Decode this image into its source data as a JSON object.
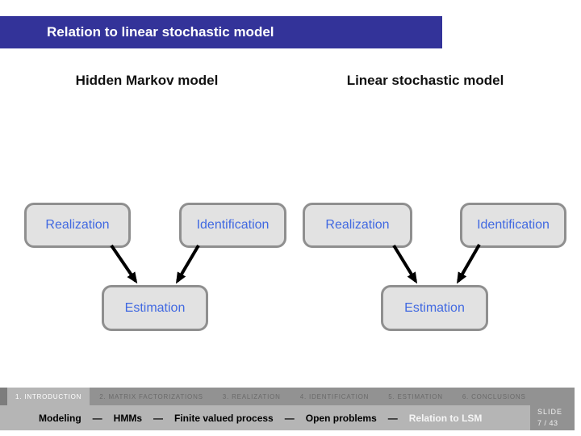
{
  "title_bar": {
    "title": "Relation to linear stochastic model"
  },
  "column_headers": {
    "left": "Hidden Markov model",
    "right": "Linear stochastic model"
  },
  "diagram": {
    "hmm": {
      "realization": "Realization",
      "identification": "Identification",
      "estimation": "Estimation"
    },
    "lsm": {
      "realization": "Realization",
      "identification": "Identification",
      "estimation": "Estimation"
    }
  },
  "nav": {
    "items": [
      "1. INTRODUCTION",
      "2. MATRIX FACTORIZATIONS",
      "3. REALIZATION",
      "4. IDENTIFICATION",
      "5. ESTIMATION",
      "6. CONCLUSIONS"
    ],
    "active_item": "1. INTRODUCTION"
  },
  "footer": {
    "crumbs": [
      "Modeling",
      "HMMs",
      "Finite valued process",
      "Open problems",
      "Relation to LSM"
    ],
    "separator": "—",
    "active_crumb": "Relation to LSM",
    "slide_label": "SLIDE",
    "slide_number": "7 / 43"
  },
  "colors": {
    "title_bar": "#333399",
    "box_fill": "#e2e2e2",
    "box_border": "#8f8f8f",
    "box_text": "#4169e1",
    "nav_bar": "#929292",
    "nav_active_bg": "#b5b5b5",
    "footer_bg": "#b5b5b5",
    "arrow": "#000000"
  }
}
